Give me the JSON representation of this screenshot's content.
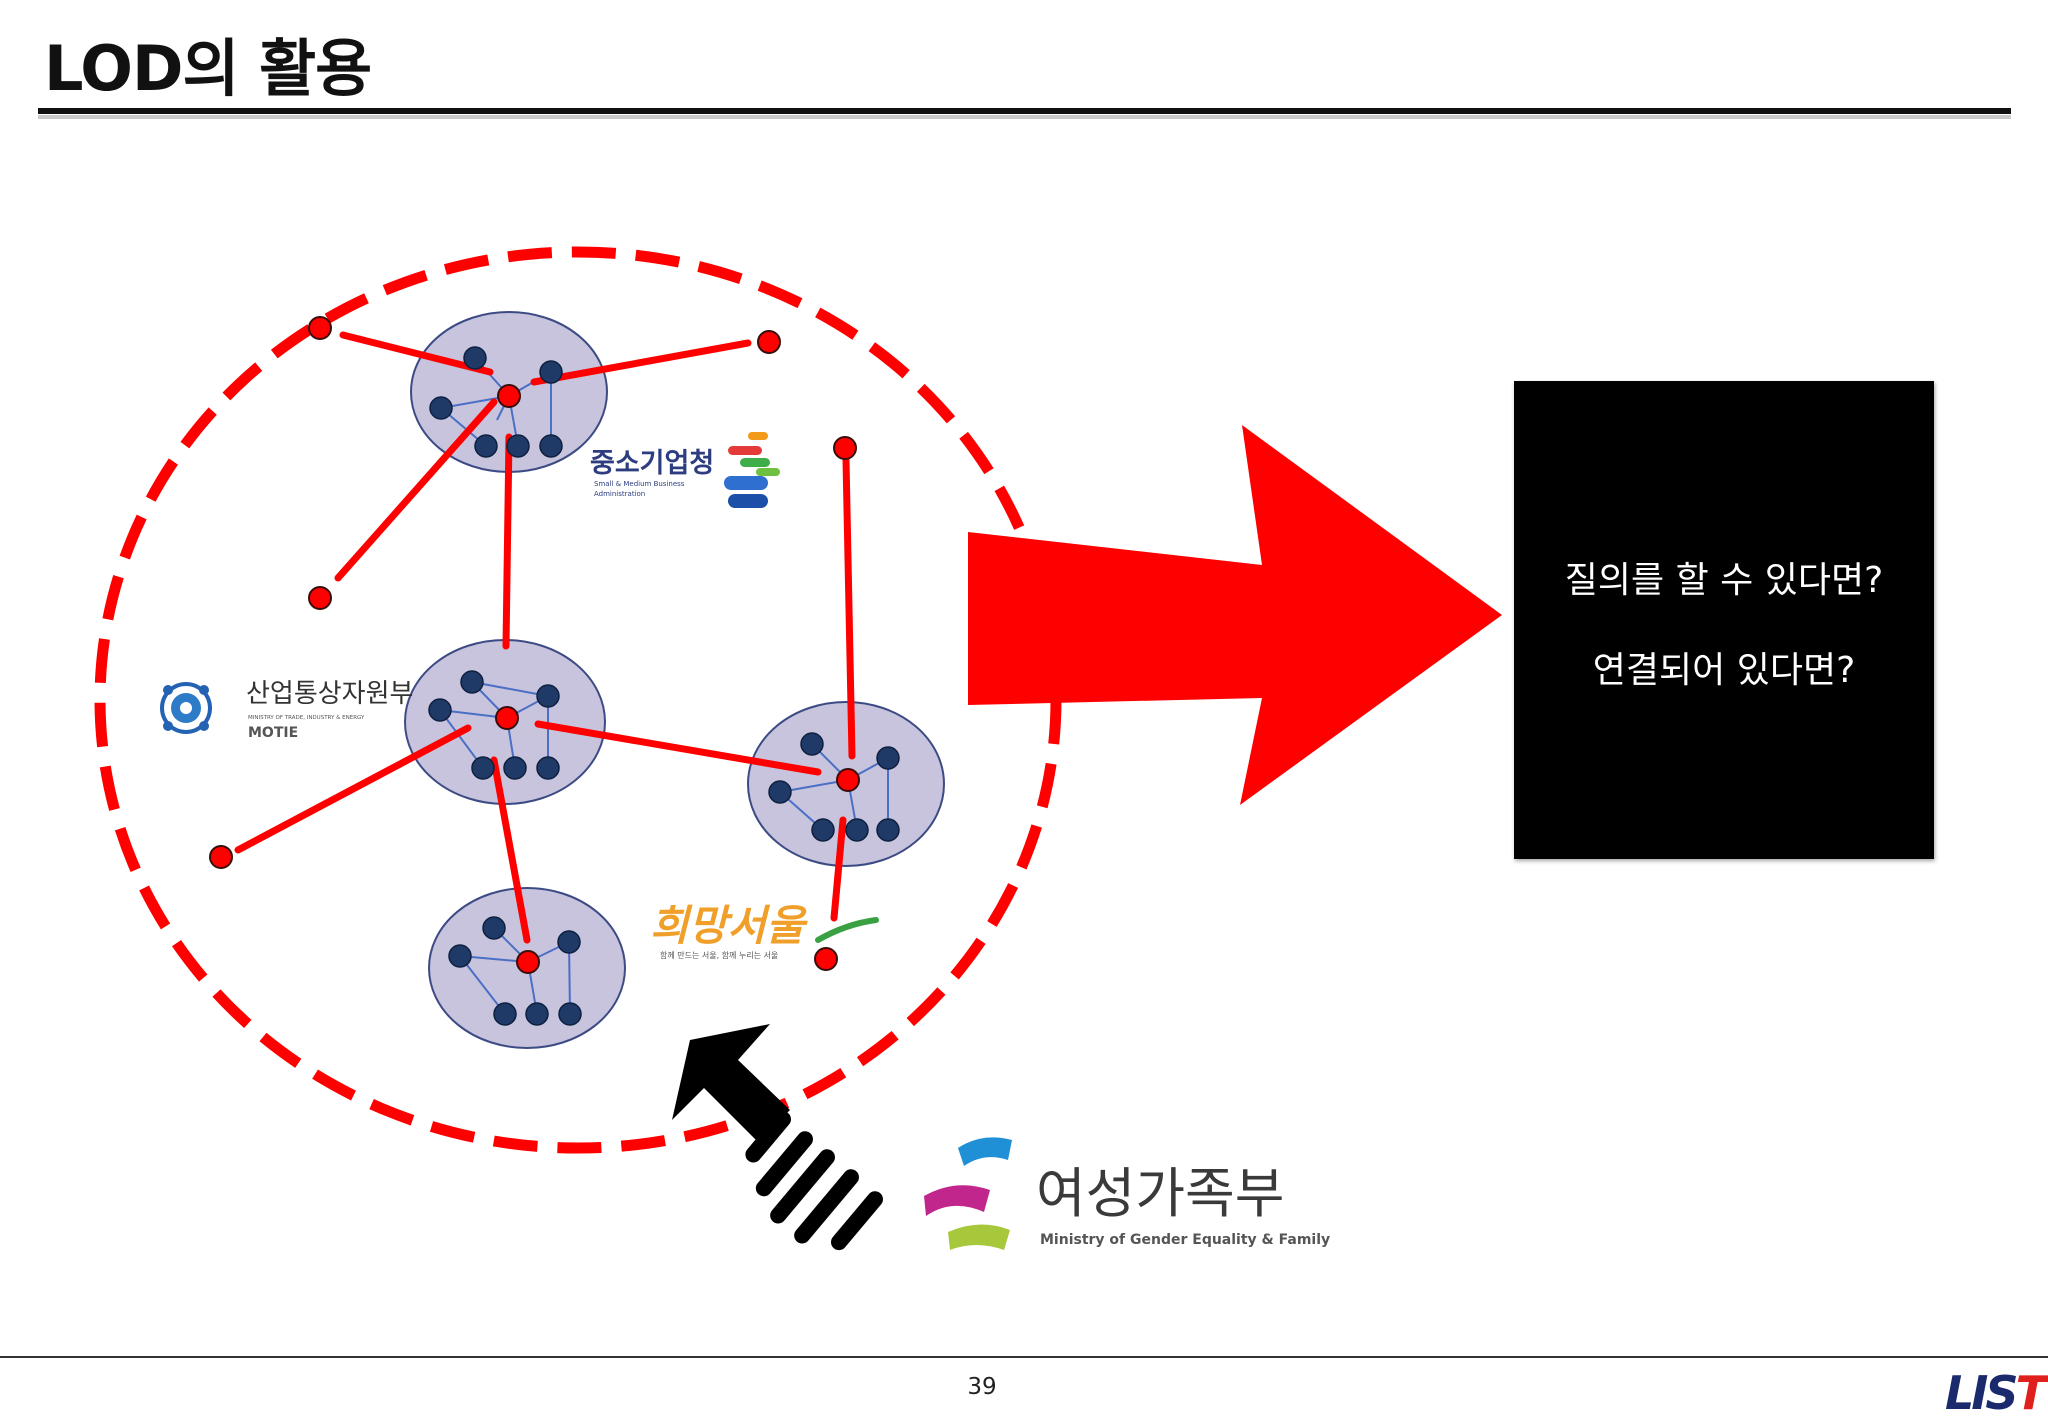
{
  "slide": {
    "title": "LOD의 활용",
    "page_number": "39"
  },
  "question_box": {
    "line1": "질의를 할 수 있다면?",
    "line2": "연결되어 있다면?"
  },
  "logos": {
    "smba": {
      "name_ko": "중소기업청",
      "name_en1": "Small & Medium Business",
      "name_en2": "Administration"
    },
    "motie": {
      "name_ko": "산업통상자원부",
      "name_en_small": "MINISTRY OF TRADE, INDUSTRY & ENERGY",
      "name_en": "MOTIE"
    },
    "seoul": {
      "name_ko": "희망서울",
      "slogan": "함께 만드는 서울, 함께 누리는 서울"
    },
    "mogef": {
      "name_ko": "여성가족부",
      "name_en": "Ministry of Gender Equality & Family"
    },
    "footer": {
      "text_main": "LIS",
      "text_accent": "T"
    }
  },
  "colors": {
    "red": "#ff0000",
    "cluster_fill": "#c8c4de",
    "cluster_stroke": "#3d4b84",
    "node_blue": "#1f3a66",
    "thin_edge": "#4a6fc4",
    "black": "#000000"
  }
}
